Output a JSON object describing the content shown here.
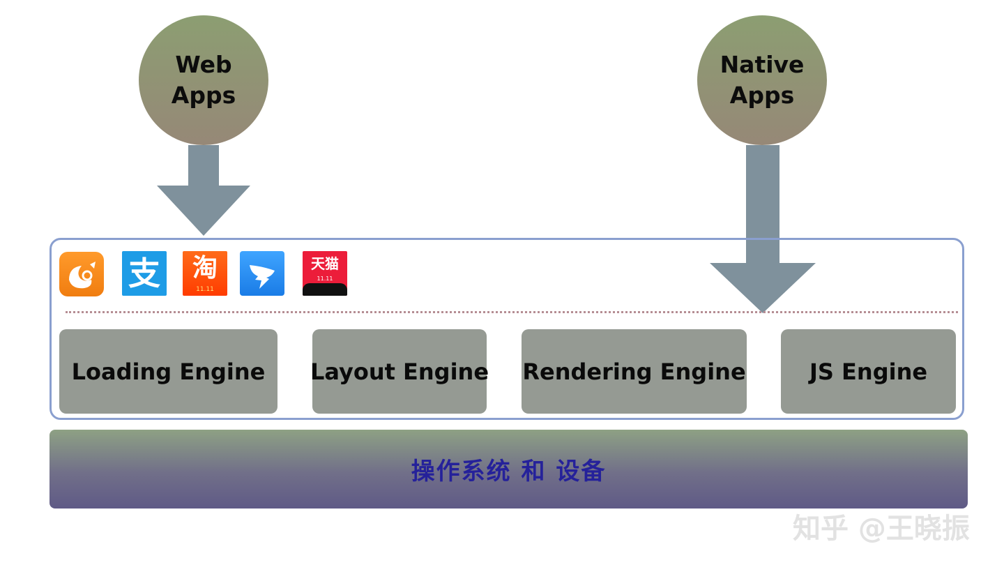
{
  "web_apps": {
    "line1": "Web",
    "line2": "Apps"
  },
  "native_apps": {
    "line1": "Native",
    "line2": "Apps"
  },
  "app_icons": [
    {
      "name": "uc-browser-icon",
      "label": ""
    },
    {
      "name": "alipay-icon",
      "label": "支"
    },
    {
      "name": "taobao-icon",
      "label": "淘",
      "sub": "11.11"
    },
    {
      "name": "dingtalk-icon",
      "label": ""
    },
    {
      "name": "tmall-icon",
      "label": "天猫",
      "sub": "11.11"
    }
  ],
  "engines": [
    "Loading Engine",
    "Layout Engine",
    "Rendering Engine",
    "JS Engine"
  ],
  "os_label": "操作系统 和 设备",
  "watermark": "知乎 @王晓振",
  "colors": {
    "circle_top": "#8c9e72",
    "circle_bottom": "#968877",
    "arrow": "#7f919c",
    "box_border": "#8a9fcf",
    "engine_bg": "#959a93",
    "os_text": "#25219a"
  }
}
